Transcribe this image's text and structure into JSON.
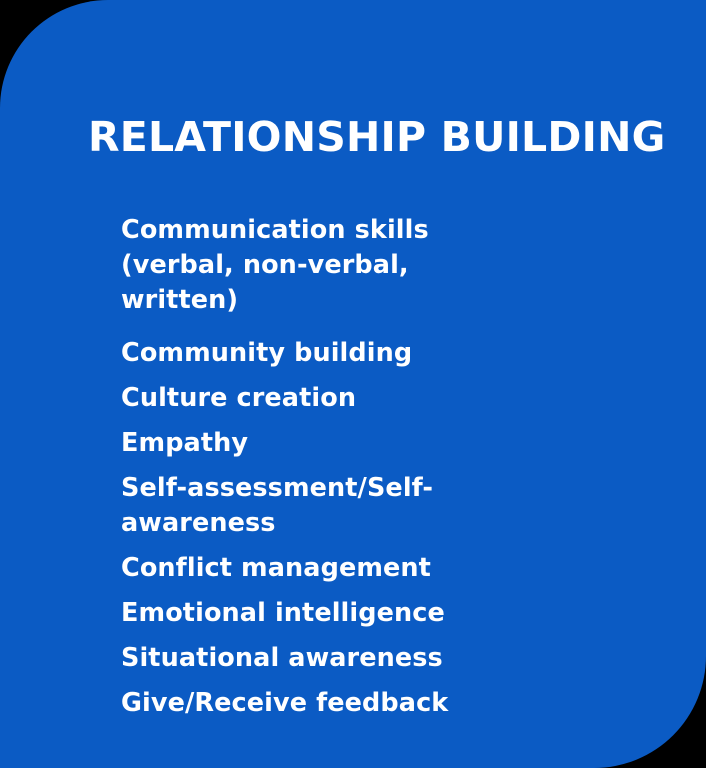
{
  "card": {
    "background_color": "#0B5BC4",
    "text_color": "#FFFFFF",
    "outside_color": "#000000",
    "title": "RELATIONSHIP BUILDING",
    "skills": [
      "Communication skills (verbal, non-verbal, written)",
      "Community building",
      "Culture creation",
      "Empathy",
      "Self-assessment/Self-awareness",
      "Conflict management",
      "Emotional intelligence",
      "Situational awareness",
      "Give/Receive feedback"
    ]
  }
}
